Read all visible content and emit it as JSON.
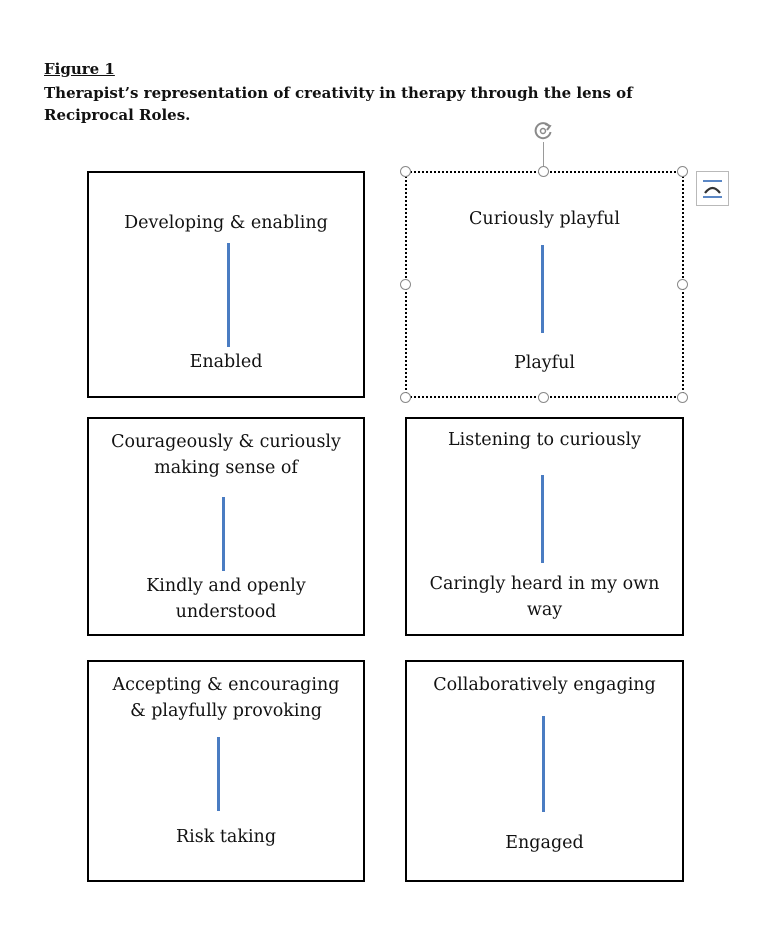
{
  "figure": {
    "label": "Figure 1",
    "title": "Therapist’s representation of creativity in therapy through the lens of Reciprocal Roles."
  },
  "boxes": [
    {
      "top": "Developing & enabling",
      "bottom": "Enabled"
    },
    {
      "top": "Curiously playful",
      "bottom": "Playful"
    },
    {
      "top": "Courageously & curiously\nmaking sense of",
      "bottom": "Kindly and openly\nunderstood"
    },
    {
      "top": "Listening to curiously",
      "bottom": "Caringly heard in my own\nway"
    },
    {
      "top": "Accepting & encouraging\n& playfully provoking",
      "bottom": "Risk taking"
    },
    {
      "top": "Collaboratively engaging",
      "bottom": "Engaged"
    }
  ],
  "selection": {
    "selected_box": "Curiously playful",
    "rotate_icon": "rotate-handle-icon",
    "layout_options_icon": "layout-options-icon"
  },
  "colors": {
    "connector": "#4a7cc2",
    "border": "#000000",
    "handle_border": "#8a8a8a"
  }
}
